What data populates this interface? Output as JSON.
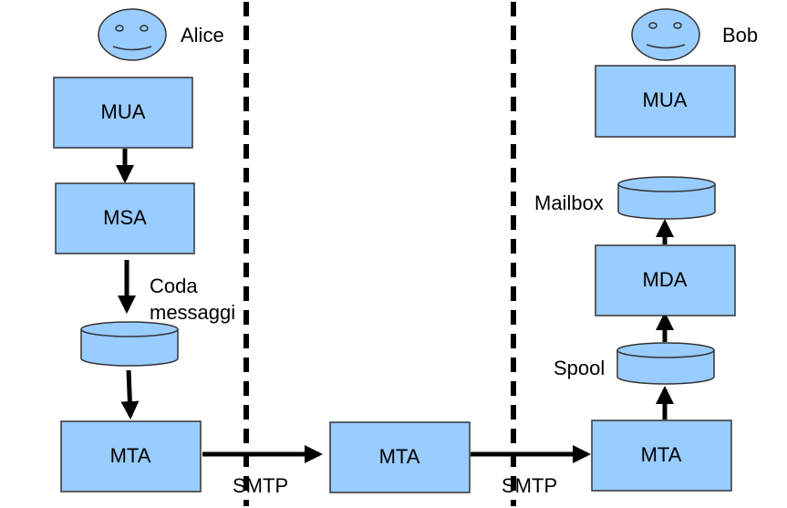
{
  "colors": {
    "box_fill": "#99ccff",
    "box_stroke": "#333333",
    "arrow": "#000000",
    "divider": "#000000",
    "face_fill": "#99ccff"
  },
  "actors": {
    "alice": {
      "name": "Alice",
      "icon": "smiley-face-icon"
    },
    "bob": {
      "name": "Bob",
      "icon": "smiley-face-icon"
    }
  },
  "boxes": {
    "alice_mua": "MUA",
    "alice_msa": "MSA",
    "alice_mta": "MTA",
    "relay_mta": "MTA",
    "bob_mta": "MTA",
    "bob_mda": "MDA",
    "bob_mua": "MUA"
  },
  "stores": {
    "coda_line1": "Coda",
    "coda_line2": "messaggi",
    "spool": "Spool",
    "mailbox": "Mailbox"
  },
  "protocols": {
    "hop1": "SMTP",
    "hop2": "SMTP"
  }
}
